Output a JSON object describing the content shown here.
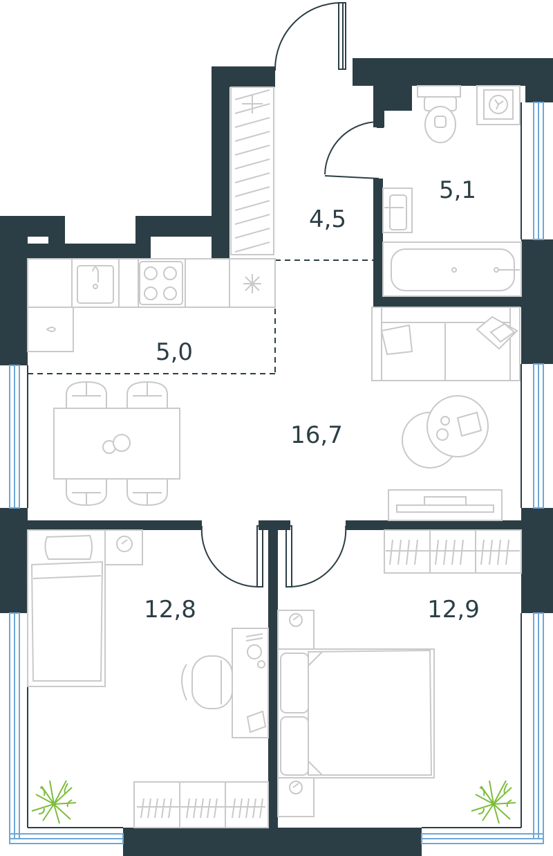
{
  "rooms": {
    "hall": "4,5",
    "bathroom": "5,1",
    "kitchen": "5,0",
    "living": "16,7",
    "bedroom_left": "12,8",
    "bedroom_right": "12,9"
  }
}
